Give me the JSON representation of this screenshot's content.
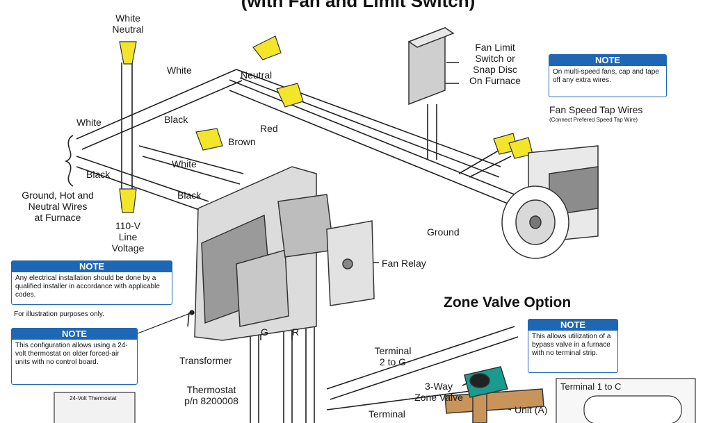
{
  "title": "(with Fan and Limit Switch)",
  "labels": {
    "white_neutral": "White\nNeutral",
    "white_top": "White",
    "neutral": "Neutral",
    "white_left": "White",
    "black_mid": "Black",
    "brown": "Brown",
    "red": "Red",
    "white_mid": "White",
    "black_left": "Black",
    "black_low": "Black",
    "ground_hot_neutral": "Ground, Hot and\nNeutral Wires\nat Furnace",
    "line_voltage": "110-V\nLine\nVoltage",
    "fan_limit": "Fan Limit\nSwitch or\nSnap Disc\nOn Furnace",
    "fan_speed": "Fan Speed Tap Wires",
    "fan_speed_sub": "(Connect Prefered Speed Tap Wire)",
    "ground": "Ground",
    "fan_relay": "Fan Relay",
    "transformer": "Transformer",
    "g": "G",
    "r": "R",
    "thermostat": "Thermostat\np/n 8200008",
    "terminal_2g": "Terminal\n2 to G",
    "three_way": "3-Way\nZone Valve",
    "unit_a": "Unit (A)",
    "terminal_bottom": "Terminal",
    "terminal_1c": "Terminal 1 to C",
    "zone_valve_option": "Zone Valve Option",
    "illustration": "For illustration purposes only.",
    "thermostat_card": "24-Volt Thermostat"
  },
  "notes": {
    "top_right": {
      "header": "NOTE",
      "body": "On multi-speed fans, cap and tape off any extra wires."
    },
    "left_1": {
      "header": "NOTE",
      "body": "Any electrical installation should be done by a qualified installer in accordance with applicable codes."
    },
    "left_2": {
      "header": "NOTE",
      "body": "This configuration allows using a 24-volt thermostat on older forced-air units with no control board."
    },
    "right_zone": {
      "header": "NOTE",
      "body": "This allows utilization of a bypass valve in a furnace with no terminal strip."
    }
  },
  "colors": {
    "note_blue": "#1d67b4",
    "wire_nut": "#f3e52a",
    "valve_teal": "#1a9b8f",
    "valve_brass": "#c9945a"
  },
  "icons": [
    "wire-nut-icon",
    "fan-blower-icon",
    "relay-icon",
    "transformer-icon",
    "zone-valve-icon"
  ]
}
